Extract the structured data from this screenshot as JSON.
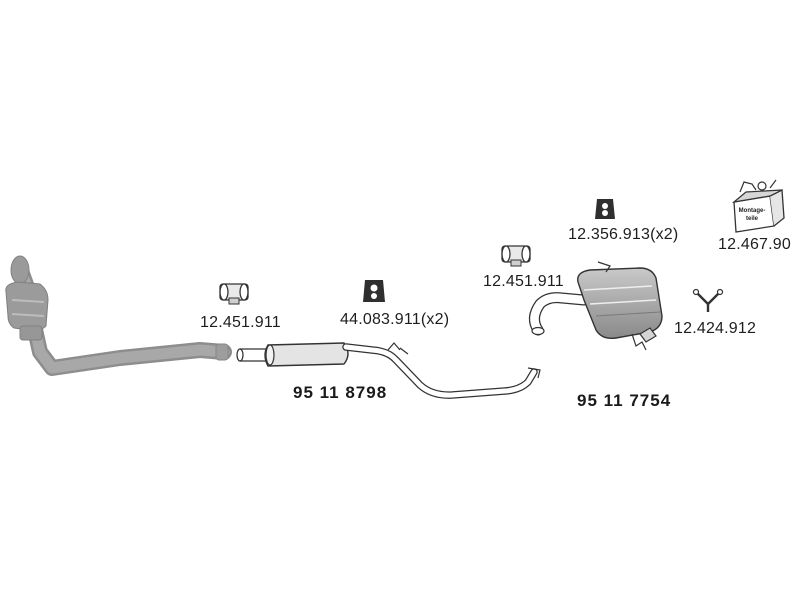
{
  "parts": {
    "clamp_left_number": "12.451.911",
    "hanger_center_number": "44.083.911(x2)",
    "clamp_right_number": "12.451.911",
    "hanger_right_number": "12.356.913(x2)",
    "mounting_kit_number": "12.467.90",
    "mounting_kit_box_text": "Montage-\nteile",
    "bracket_number": "12.424.912",
    "middle_silencer_number": "95 11 8798",
    "rear_silencer_number": "95 11 7754"
  }
}
